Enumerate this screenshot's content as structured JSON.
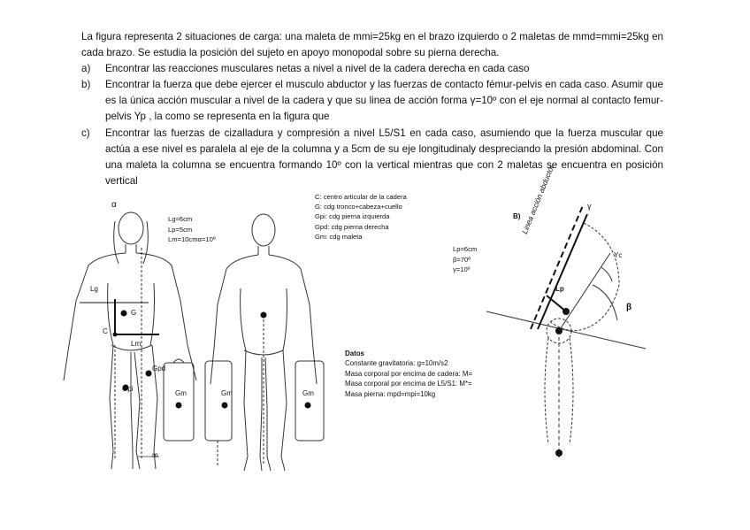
{
  "problem": {
    "intro": "La figura representa 2 situaciones de carga: una maleta de mmi=25kg en el brazo izquierdo o 2 maletas de mmd=mmi=25kg en cada brazo. Se estudia la posición del sujeto en apoyo monopodal sobre su pierna derecha.",
    "items": [
      {
        "marker": "a)",
        "text": "Encontrar las reacciones musculares netas a nivel a nivel de la cadera derecha en cada caso"
      },
      {
        "marker": "b)",
        "text": "Encontrar la fuerza que debe ejercer el musculo abductor y las fuerzas de contacto fémur-pelvis en cada caso. Asumir que es la única acción muscular a nivel de la cadera y que su linea de acción forma γ=10º con el eje normal al contacto femur-pelvis Yp , la como se representa en la figura que"
      },
      {
        "marker": "c)",
        "text": "Encontrar las fuerzas de cizalladura y compresión a nivel L5/S1 en cada caso, asumiendo que la fuerza muscular que actúa a ese nivel es paralela al eje de la columna y a 5cm de su eje longitudinaly despreciando la presión abdominal. Con una maleta la columna se encuentra formando 10º con la vertical mientras que con 2 maletas se encuentra en posición vertical"
      }
    ]
  },
  "figure_a": {
    "params": [
      "Lg=6cm",
      "Lp=5cm",
      "Lm=10cmα=10º"
    ],
    "alpha": "α",
    "labels": {
      "c": "C",
      "g": "G",
      "lg": "Lg",
      "lm": "Lm",
      "gpi": "Gpi",
      "gpd": "Gpd",
      "gm": "Gm",
      "m": "m"
    }
  },
  "figure_b": {
    "label": "B)",
    "params": [
      "Lp=6cm",
      "β=70º",
      "γ=10º"
    ],
    "line_label": "Linea acción abductor",
    "yc": "Yc",
    "lp": "Lp",
    "beta": "β",
    "gamma": "γ"
  },
  "legend": [
    "C: centro articular de la cadera",
    "G: cdg tronco+cabeza+cuello",
    "Gpi: cdg pierna izquierda",
    "Gpd: cdg pierna derecha",
    "Gm: cdg maleta"
  ],
  "datos": {
    "title": "Datos",
    "lines": [
      "Constante gravitatoria: g=10m/s2",
      "Masa corporal por encima de cadera: M=",
      "Masa corporal por encima de L5/S1: M*=",
      "Masa pierna: mpd=mpi=10kg"
    ]
  },
  "colors": {
    "ink": "#111111",
    "figure": "#333333"
  }
}
